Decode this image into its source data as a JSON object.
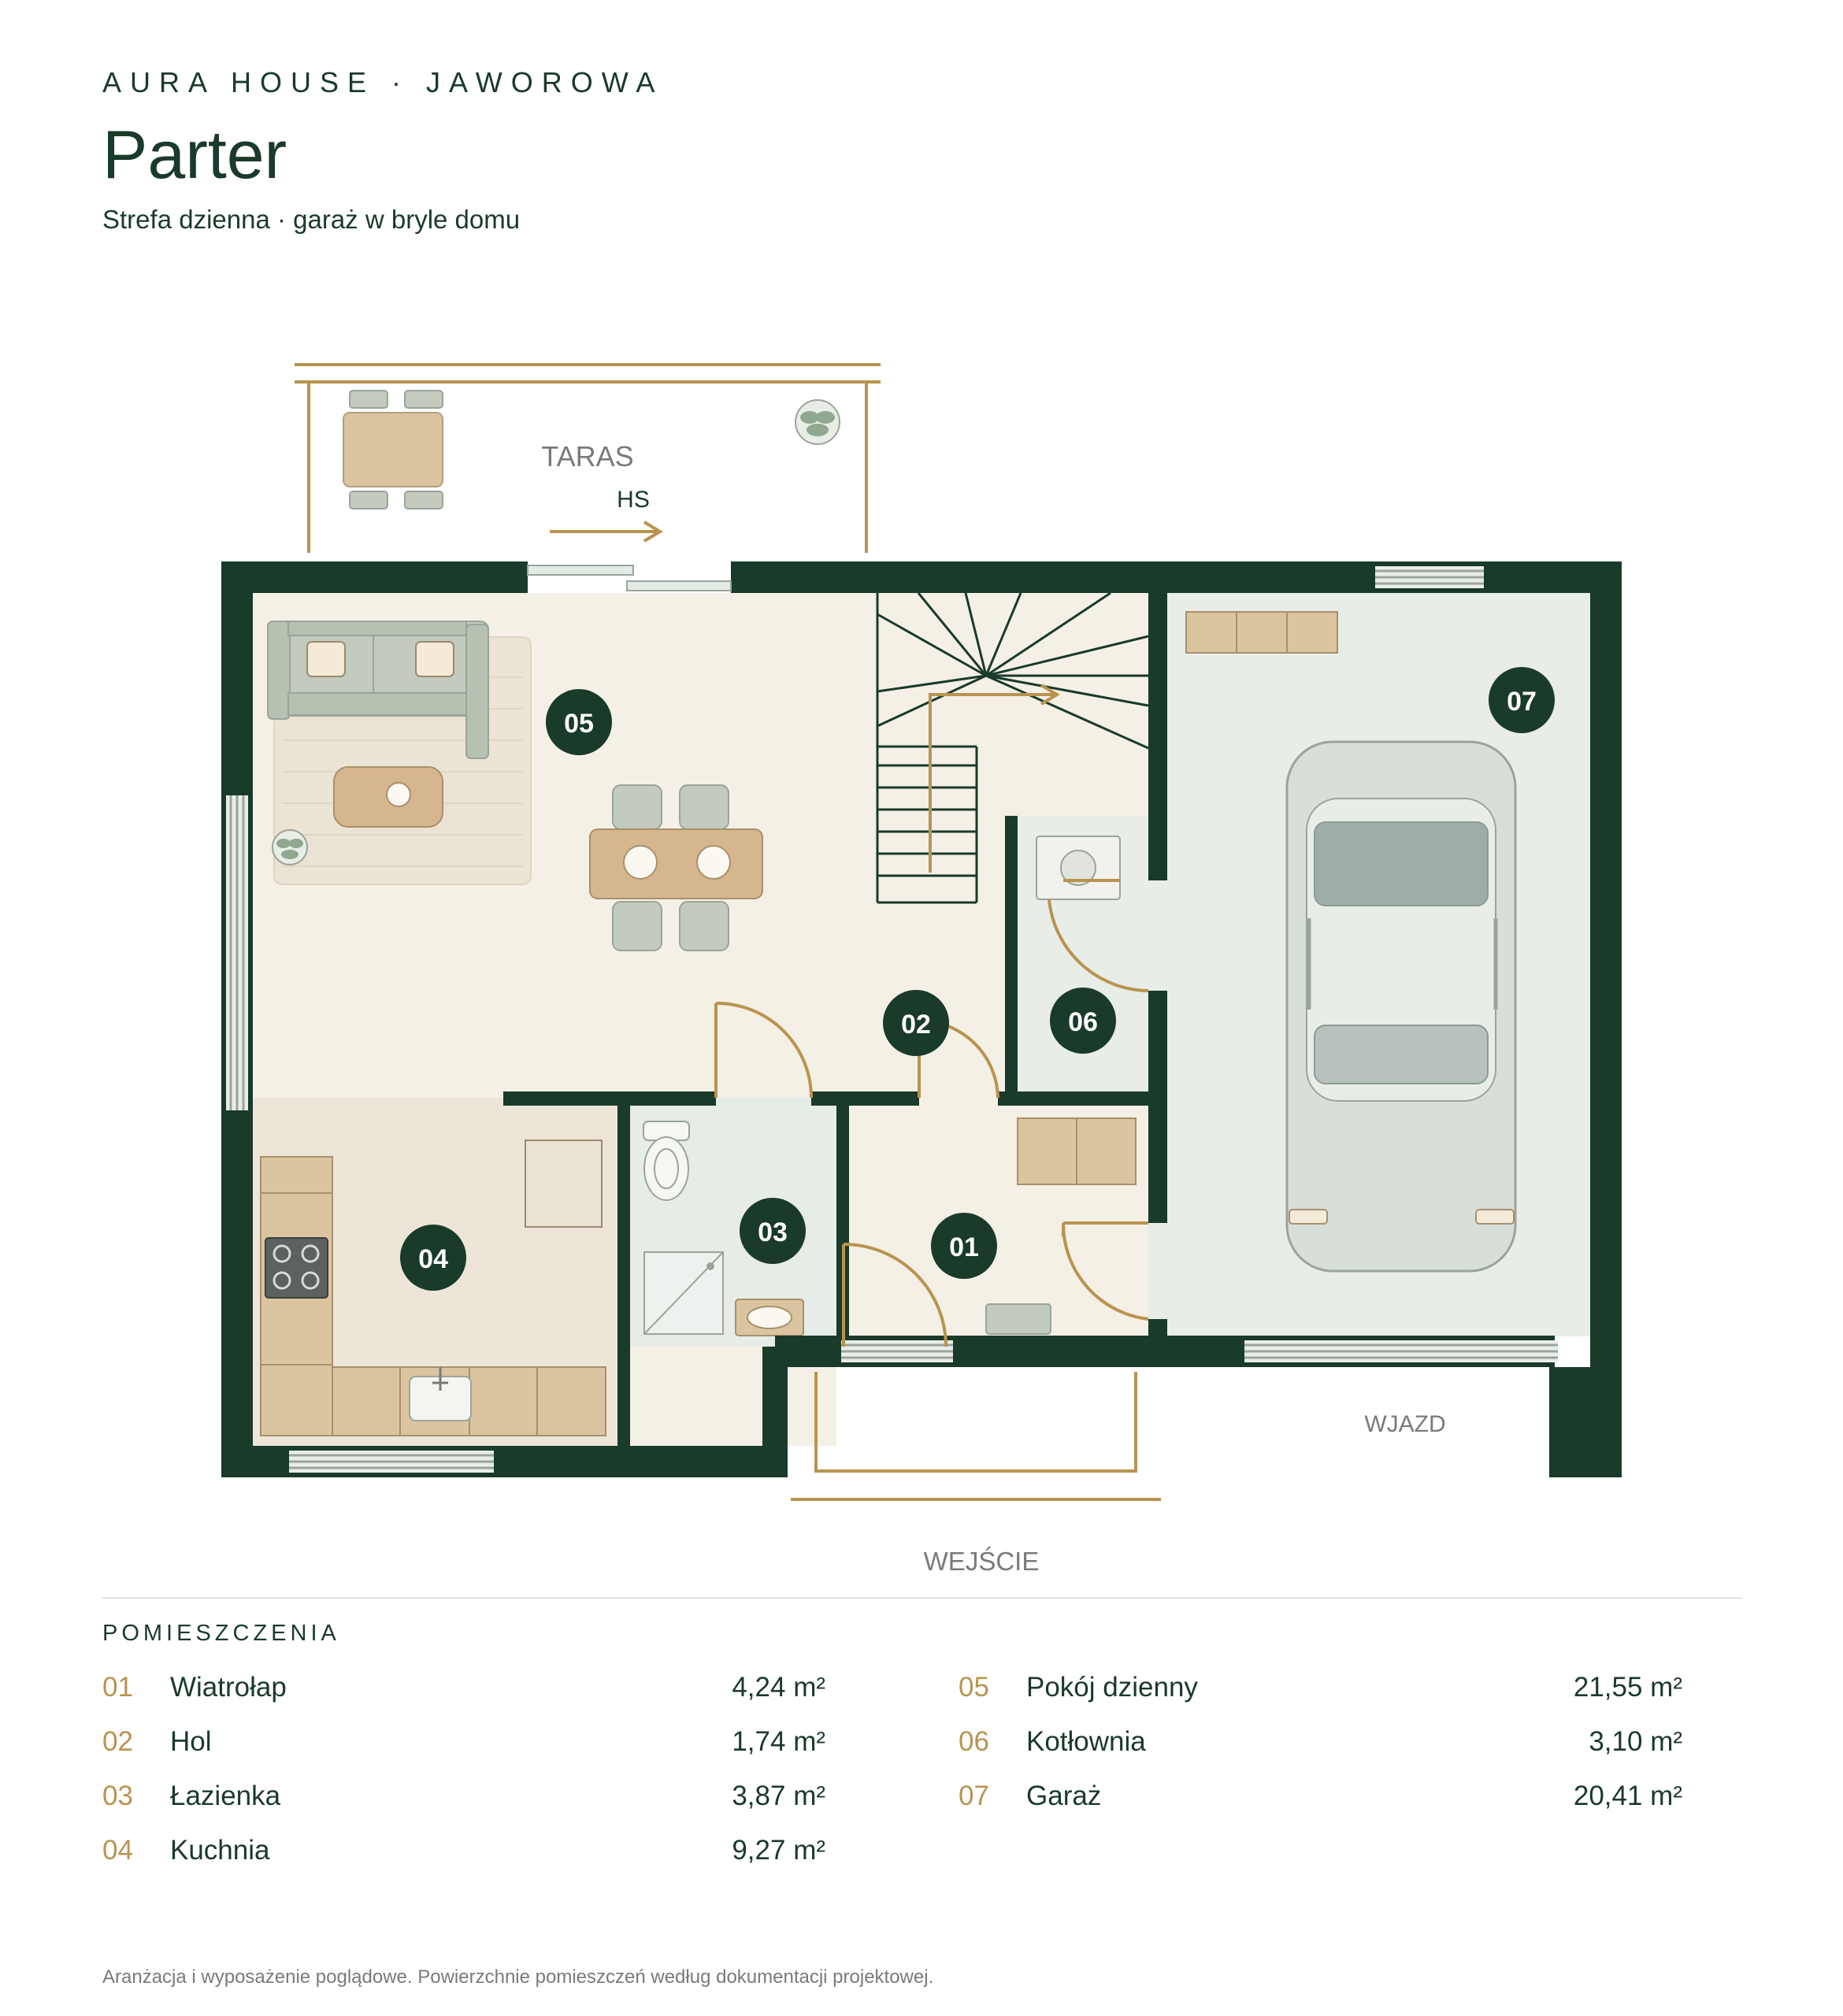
{
  "header": {
    "eyebrow": "AURA HOUSE · JAWOROWA",
    "title": "Parter",
    "subtitle": "Strefa dzienna · garaż w bryle domu"
  },
  "plan": {
    "labels": {
      "terrace": "TARAS",
      "sliding_door": "HS",
      "driveway": "WJAZD",
      "entrance": "WEJŚCIE"
    },
    "room_markers": [
      "05",
      "07",
      "02",
      "06",
      "04",
      "03",
      "01"
    ]
  },
  "rooms_section": {
    "title": "POMIESZCZENIA",
    "rooms": [
      {
        "num": "01",
        "name": "Wiatrołap",
        "area": "4,24 m²"
      },
      {
        "num": "02",
        "name": "Hol",
        "area": "1,74 m²"
      },
      {
        "num": "03",
        "name": "Łazienka",
        "area": "3,87 m²"
      },
      {
        "num": "04",
        "name": "Kuchnia",
        "area": "9,27 m²"
      },
      {
        "num": "05",
        "name": "Pokój dzienny",
        "area": "21,55 m²"
      },
      {
        "num": "06",
        "name": "Kotłownia",
        "area": "3,10 m²"
      },
      {
        "num": "07",
        "name": "Garaż",
        "area": "20,41 m²"
      }
    ]
  },
  "footnote": "Aranżacja i wyposażenie poglądowe. Powierzchnie pomieszczeń według dokumentacji projektowej.",
  "colors": {
    "wall": "#1a3a2a",
    "accent": "#b8944f",
    "living_floor": "#f5f0e6",
    "kitchen_floor": "#ede5d8",
    "garage_floor": "#e8ede8",
    "bath_floor": "#e6ece6"
  }
}
